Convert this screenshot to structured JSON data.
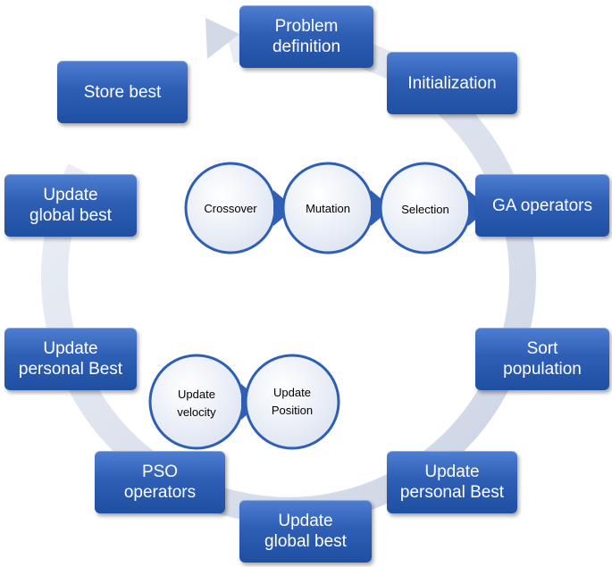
{
  "steps": [
    "Problem\ndefinition",
    "Initialization",
    "GA operators",
    "Sort\npopulation",
    "Update\npersonal Best",
    "Update\nglobal best",
    "PSO\noperators",
    "Update\npersonal Best",
    "Update\nglobal best",
    "Store best"
  ],
  "ga_operators": [
    "Crossover",
    "Mutation",
    "Selection"
  ],
  "pso_operators": [
    "Update\nvelocity",
    "Update\nPosition"
  ],
  "colors": {
    "box": "#2f5fb5",
    "cycle_ring": "#d4dcea",
    "circle_fill": "#e6ebf5",
    "circle_border": "#2f5fb5"
  }
}
